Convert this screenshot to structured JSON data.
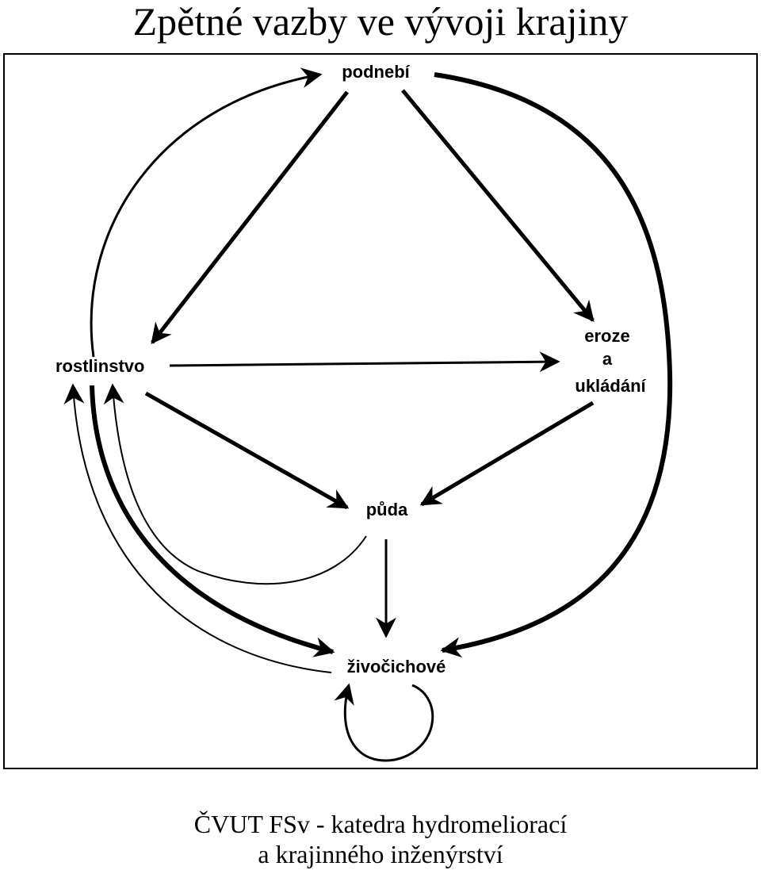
{
  "title": "Zpětné vazby ve vývoji krajiny",
  "nodes": {
    "podnebi": "podnebí",
    "rostlinstvo": "rostlinstvo",
    "eroze_line1": "eroze",
    "eroze_line2": "a",
    "eroze_line3": "ukládání",
    "puda": "půda",
    "zivocichove": "živočichové"
  },
  "footer": {
    "line1": "ČVUT FSv - katedra hydromeliorací",
    "line2": "a krajinného inženýrství"
  },
  "colors": {
    "ink": "#000000",
    "background": "#ffffff"
  }
}
